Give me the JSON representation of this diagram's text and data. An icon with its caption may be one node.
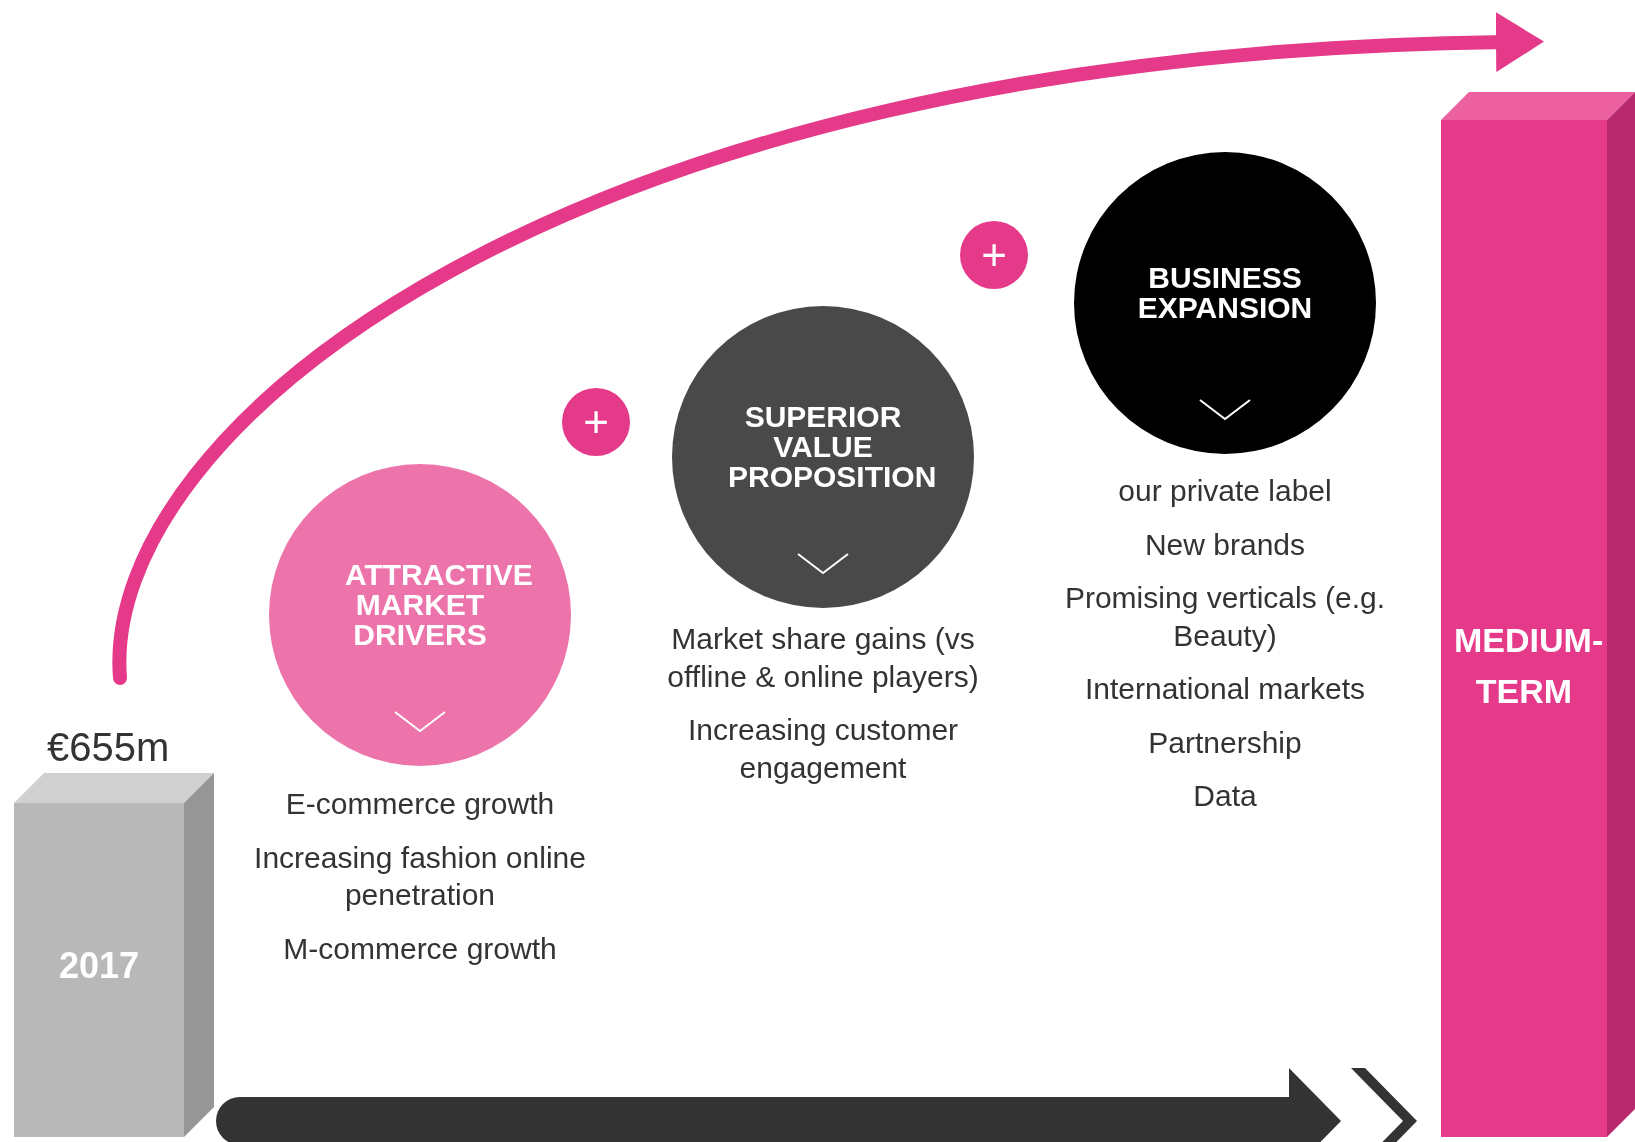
{
  "diagram": {
    "nodes": [
      {
        "text": [
          "2017"
        ],
        "beside": [
          "€655m"
        ]
      },
      {
        "text": [
          "ATTRACTIVE MARKET DRIVERS"
        ],
        "beside": [
          "E-commerce growth",
          "Increasing fashion online penetration",
          "M-commerce growth"
        ]
      },
      {
        "text": [
          "+"
        ]
      },
      {
        "text": [
          "SUPERIOR VALUE PROPOSITION"
        ],
        "beside": [
          "Market share gains (vs offline & online players)",
          "Increasing customer engagement"
        ]
      },
      {
        "text": [
          "+"
        ]
      },
      {
        "text": [
          "BUSINESS EXPANSION"
        ],
        "beside": [
          "our private label",
          "New brands",
          "Promising verticals (e.g. Beauty)",
          "International markets",
          "Partnership",
          "Data"
        ]
      },
      {
        "text": [
          "MEDIUM-TERM"
        ]
      }
    ],
    "edges": [
      {
        "from": 0,
        "to": 6,
        "arrow": "to",
        "color": "#e5398a"
      },
      {
        "from": 0,
        "to": 6,
        "arrow": "to",
        "style": "thick",
        "color": "#333333"
      }
    ]
  }
}
